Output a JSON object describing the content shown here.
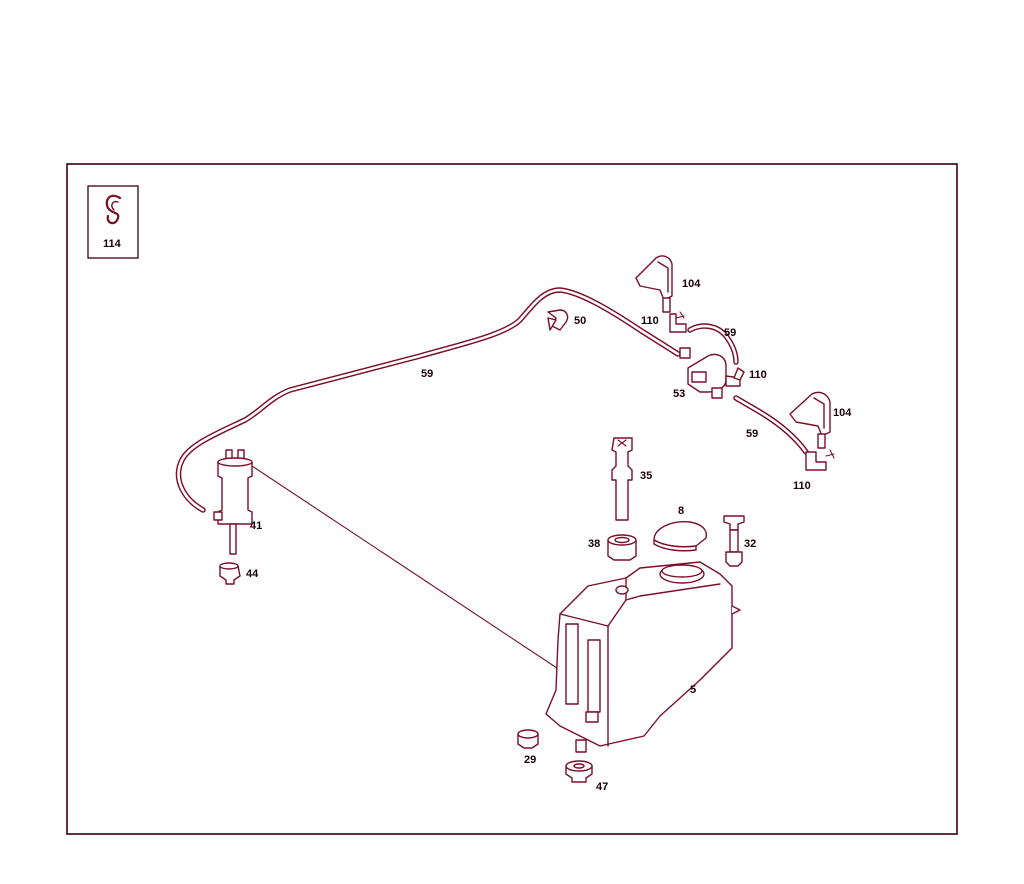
{
  "inset": {
    "part_number": "114"
  },
  "labels": {
    "hose_main": "59",
    "clip": "50",
    "nozzle_top": "104",
    "elbow_top": "110",
    "hose_top_right": "59",
    "elbow_mid": "110",
    "valve": "53",
    "nozzle_right": "104",
    "hose_lower_right": "59",
    "elbow_bottom": "110",
    "filler_tube": "35",
    "cap": "8",
    "grommet": "38",
    "level_sensor": "32",
    "pump": "41",
    "pump_seal": "44",
    "reservoir": "5",
    "grommet_small": "29",
    "rubber_mount": "47"
  },
  "colors": {
    "line": "#7a0f2a",
    "frame": "#3a0010",
    "text": "#1a0006"
  }
}
